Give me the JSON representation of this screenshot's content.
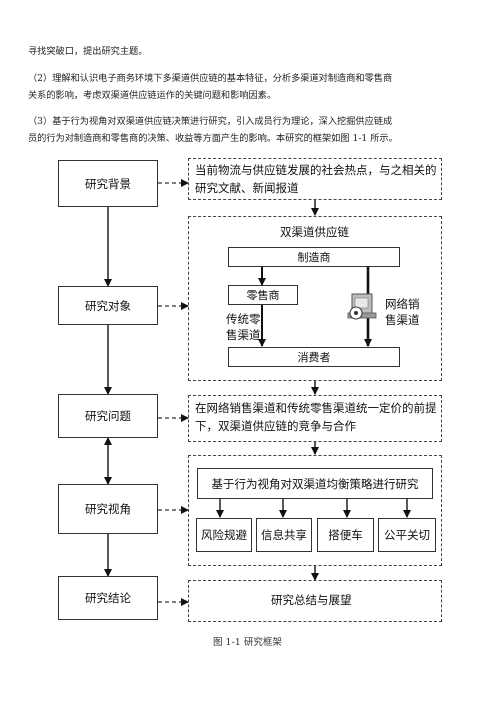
{
  "paragraphs": {
    "p1": "寻找突破口，提出研究主题。",
    "p2_line1": "（2）理解和认识电子商务环境下多渠道供应链的基本特征，分析多渠道对制造商和零售商",
    "p2_line2": "关系的影响，考虑双渠道供应链运作的关键问题和影响因素。",
    "p3_line1": "（3）基于行为视角对双渠道供应链决策进行研究，引入成员行为理论，深入挖掘供应链成",
    "p3_line2": "员的行为对制造商和零售商的决策、收益等方面产生的影响。本研究的框架如图 1-1 所示。"
  },
  "left_boxes": {
    "background": "研究背景",
    "object": "研究对象",
    "problem": "研究问题",
    "perspective": "研究视角",
    "conclusion": "研究结论"
  },
  "background_desc": {
    "line1": "当前物流与供应链发展的社会热点，与之相关的",
    "line2": "研究文献、新闻报道"
  },
  "supply_chain": {
    "title": "双渠道供应链",
    "manufacturer": "制造商",
    "retailer": "零售商",
    "traditional_line1": "传统零",
    "traditional_line2": "售渠道",
    "online_line1": "网络销",
    "online_line2": "售渠道",
    "consumer": "消费者"
  },
  "problem_desc": {
    "line1": "在网络销售渠道和传统零售渠道统一定价的前提",
    "line2": "下，双渠道供应链的竞争与合作"
  },
  "perspective": {
    "main": "基于行为视角对双渠道均衡策略进行研究",
    "items": [
      "风险规避",
      "信息共享",
      "搭便车",
      "公平关切"
    ]
  },
  "conclusion_desc": "研究总结与展望",
  "caption": "图 1-1  研究框架"
}
